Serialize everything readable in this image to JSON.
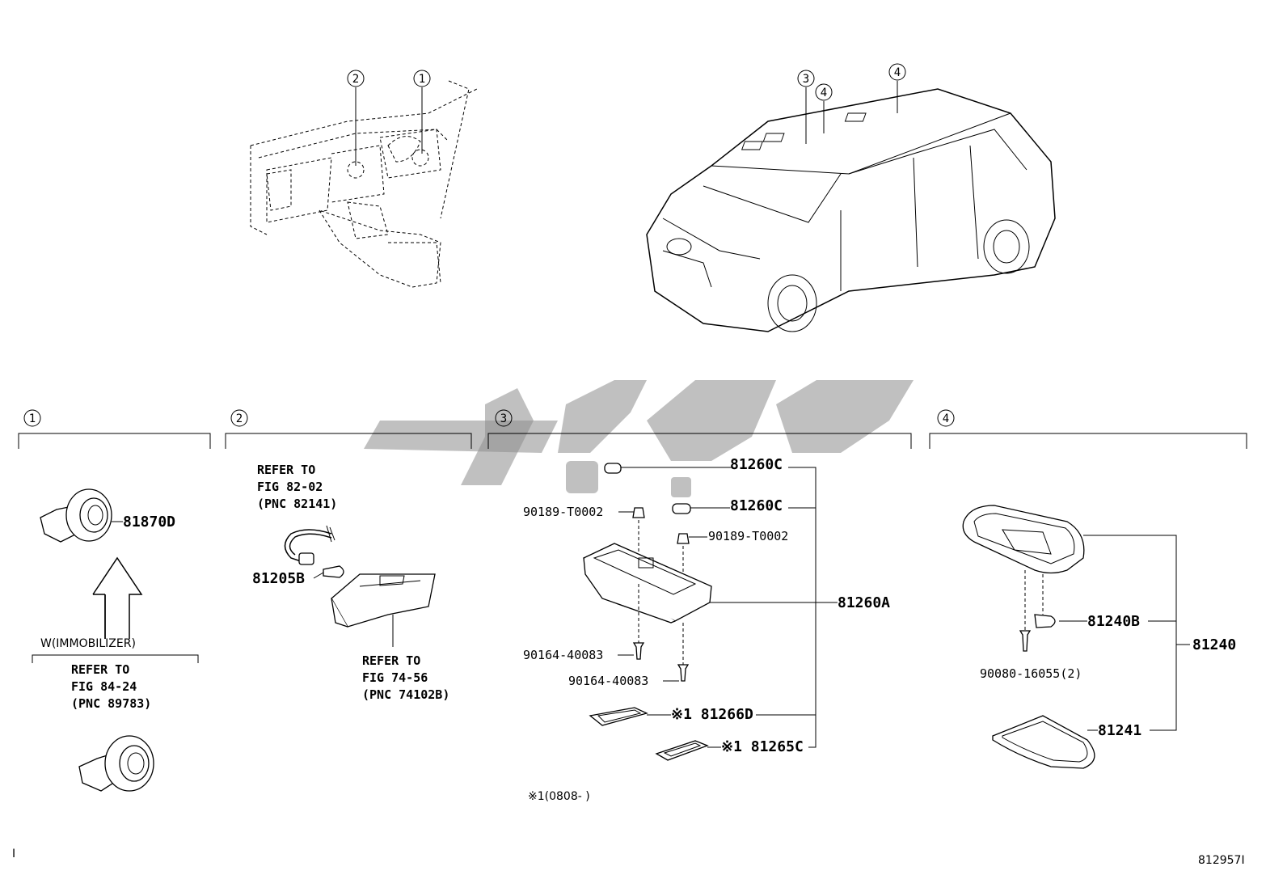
{
  "sections": [
    {
      "id": "1",
      "marker": "1"
    },
    {
      "id": "2",
      "marker": "2"
    },
    {
      "id": "3",
      "marker": "3"
    },
    {
      "id": "4",
      "marker": "4"
    }
  ],
  "overview": {
    "dash_markers": [
      "2",
      "1"
    ],
    "car_markers": [
      "3",
      "4",
      "4"
    ]
  },
  "section1": {
    "part_top": "81870D",
    "condition": "W(IMMOBILIZER)",
    "refer": [
      "REFER TO",
      "FIG 84-24",
      "(PNC 89783)"
    ]
  },
  "section2": {
    "refer_top": [
      "REFER TO",
      "FIG 82-02",
      "(PNC 82141)"
    ],
    "part_bulb": "81205B",
    "refer_bottom": [
      "REFER TO",
      "FIG 74-56",
      "(PNC 74102B)"
    ]
  },
  "section3": {
    "bulb_1": "81260C",
    "bulb_2": "81260C",
    "clip_left": "90189-T0002",
    "clip_right": "90189-T0002",
    "lamp": "81260A",
    "screw_1": "90164-40083",
    "screw_2": "90164-40083",
    "lens_1": "※1 81266D",
    "lens_2": "※1 81265C",
    "footnote": "※1(0808-    )"
  },
  "section4": {
    "bulb": "81240B",
    "assembly": "81240",
    "screw": "90080-16055(2)",
    "lens": "81241"
  },
  "footer": {
    "left_mark": "I",
    "figure_id": "812957I"
  },
  "watermark": {
    "color": "#8c8c8c"
  }
}
